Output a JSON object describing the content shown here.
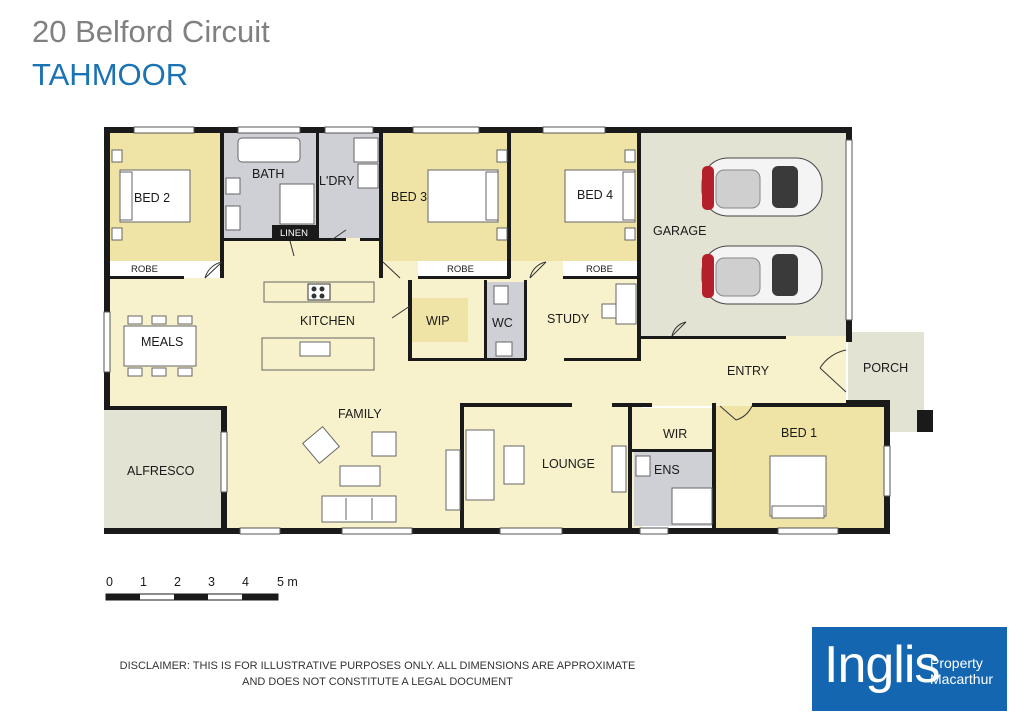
{
  "header": {
    "address": "20 Belford Circuit",
    "suburb": "TAHMOOR"
  },
  "rooms": {
    "bed2": "BED 2",
    "bath": "BATH",
    "laundry": "L'DRY",
    "linen": "LINEN",
    "bed3": "BED 3",
    "bed4": "BED 4",
    "garage": "GARAGE",
    "robe": "ROBE",
    "meals": "MEALS",
    "kitchen": "KITCHEN",
    "wip": "WIP",
    "wc": "WC",
    "study": "STUDY",
    "entry": "ENTRY",
    "porch": "PORCH",
    "family": "FAMILY",
    "alfresco": "ALFRESCO",
    "lounge": "LOUNGE",
    "wir": "WIR",
    "ens": "ENS",
    "bed1": "BED 1"
  },
  "scale": {
    "ticks": [
      "0",
      "1",
      "2",
      "3",
      "4",
      "5 m"
    ]
  },
  "disclaimer": {
    "line1": "DISCLAIMER: THIS IS FOR ILLUSTRATIVE PURPOSES ONLY. ALL DIMENSIONS ARE APPROXIMATE",
    "line2": "AND DOES NOT CONSTITUTE A LEGAL DOCUMENT"
  },
  "logo": {
    "brand": "Inglis",
    "line1": "Property",
    "line2": "Macarthur"
  },
  "colors": {
    "living": "#f7f2cc",
    "bedroom": "#efe3a6",
    "garage": "#e3e3d3",
    "wet_area": "#cfd0d5",
    "wall": "#1a1a1a",
    "brand": "#1566b0",
    "title": "#808080",
    "suburb": "#1b73b4"
  }
}
